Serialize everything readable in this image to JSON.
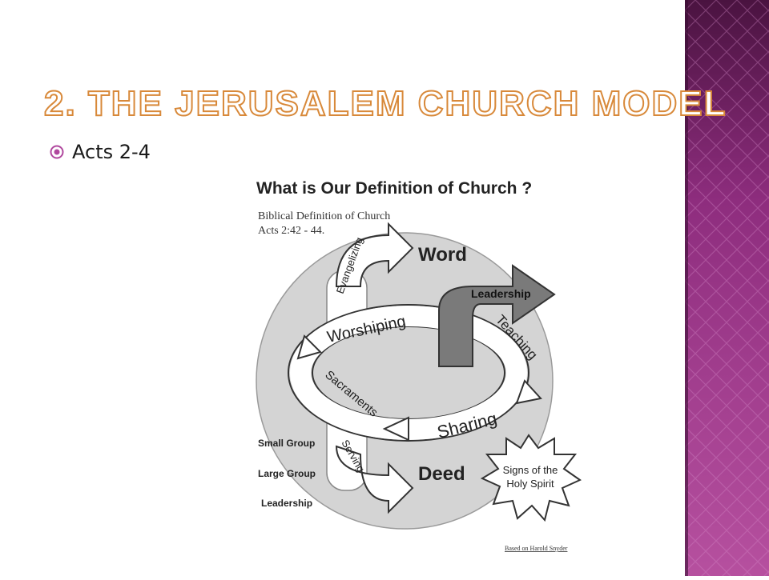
{
  "title": "2. The Jerusalem Church Model",
  "bullet": "Acts 2-4",
  "diagram": {
    "heading": "What is Our Definition of Church ?",
    "subheading_1": "Biblical Definition of Church",
    "subheading_2": "Acts 2:42 - 44.",
    "word": "Word",
    "deed": "Deed",
    "leadership_arrow": "Leadership",
    "worshiping": "Worshiping",
    "teaching": "Teaching",
    "sharing": "Sharing",
    "sacraments": "Sacraments",
    "evangelizing": "Evangelizing",
    "serving": "Serving",
    "group_small": "Small Group",
    "group_large": "Large Group",
    "group_leadership": "Leadership",
    "signs_1": "Signs of the",
    "signs_2": "Holy Spirit",
    "credit": "Based on Harold Snyder"
  },
  "colors": {
    "title_fill": "#ffffff",
    "title_stroke": "#d8893a",
    "sidebar_base": "#8b2a78",
    "sidebar_light": "#c46bb8",
    "bullet_icon": "#b0489e"
  }
}
